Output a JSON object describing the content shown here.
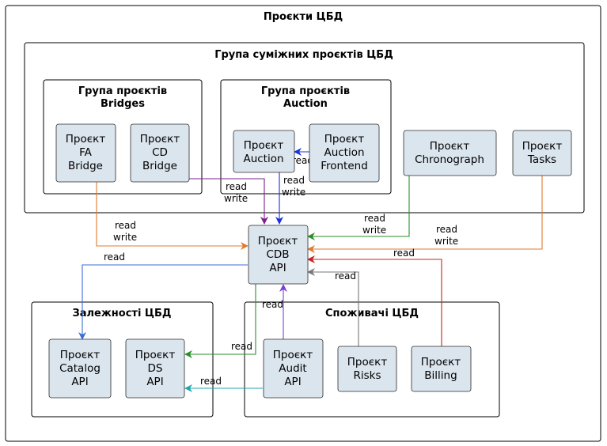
{
  "title": "Проєкти ЦБД",
  "groups": {
    "related": "Група суміжних проєктів ЦБД",
    "bridges": [
      "Група проєктів",
      "Bridges"
    ],
    "auction": [
      "Група проєктів",
      "Auction"
    ],
    "dependencies": "Залежності ЦБД",
    "consumers": "Споживачі ЦБД"
  },
  "nodes": {
    "fa_bridge": [
      "Проєкт",
      "FA",
      "Bridge"
    ],
    "cd_bridge": [
      "Проєкт",
      "CD",
      "Bridge"
    ],
    "auction": [
      "Проєкт",
      "Auction"
    ],
    "auction_frontend": [
      "Проєкт",
      "Auction",
      "Frontend"
    ],
    "chronograph": [
      "Проєкт",
      "Chronograph"
    ],
    "tasks": [
      "Проєкт",
      "Tasks"
    ],
    "cdb_api": [
      "Проєкт",
      "CDB",
      "API"
    ],
    "catalog_api": [
      "Проєкт",
      "Catalog",
      "API"
    ],
    "ds_api": [
      "Проєкт",
      "DS",
      "API"
    ],
    "audit_api": [
      "Проєкт",
      "Audit",
      "API"
    ],
    "risks": [
      "Проєкт",
      "Risks"
    ],
    "billing": [
      "Проєкт",
      "Billing"
    ]
  },
  "edges": {
    "fa_to_cdb": [
      "read",
      "write"
    ],
    "cd_to_cdb": [
      "read",
      "write"
    ],
    "auction_to_cdb": [
      "read",
      "write"
    ],
    "frontend_to_auction": [
      "read"
    ],
    "chronograph_to_cdb": [
      "read",
      "write"
    ],
    "tasks_to_cdb": [
      "read",
      "write"
    ],
    "billing_to_cdb": [
      "read"
    ],
    "risks_to_cdb": [
      "read"
    ],
    "cdb_to_catalog": [
      "read"
    ],
    "cdb_to_ds": [
      "read"
    ],
    "audit_to_cdb": [
      "read"
    ],
    "audit_to_ds": [
      "read"
    ]
  },
  "colors": {
    "orange": "#e07a2e",
    "purple": "#7a1f8c",
    "blue": "#1a2fe0",
    "green": "#2a8f2a",
    "red": "#d02020",
    "gray": "#777777",
    "steelblue": "#3b6fd4",
    "violet": "#7a3fd4",
    "teal": "#1fa7b0"
  }
}
